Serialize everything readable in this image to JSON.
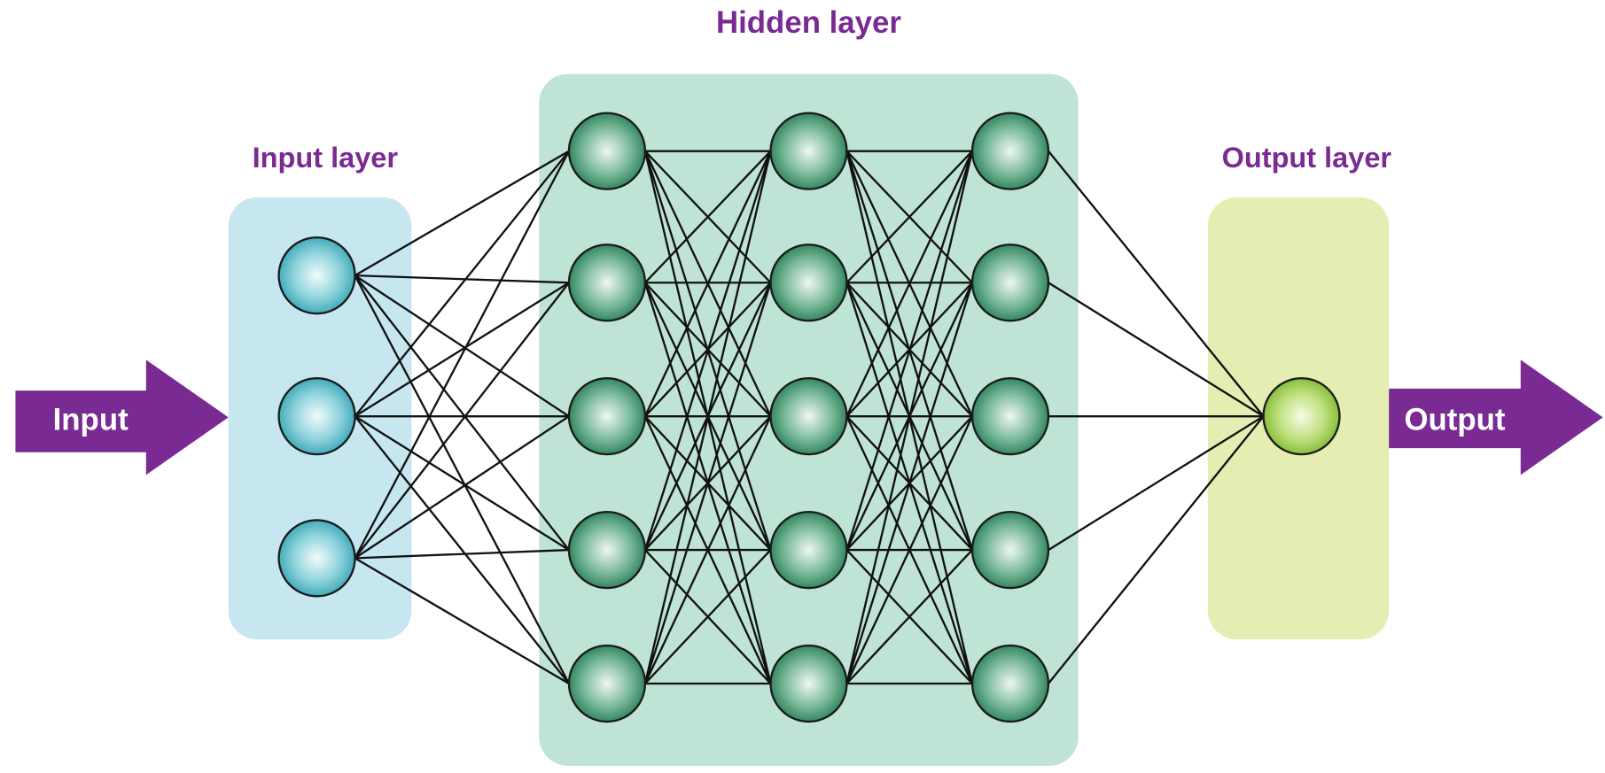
{
  "title": "Hidden layer",
  "labels": {
    "input_layer": "Input layer",
    "hidden_layer": "Hidden layer",
    "output_layer": "Output layer",
    "input_arrow": "Input",
    "output_arrow": "Output"
  },
  "layers": [
    {
      "name": "input",
      "nodes": 3
    },
    {
      "name": "hidden-1",
      "nodes": 5
    },
    {
      "name": "hidden-2",
      "nodes": 5
    },
    {
      "name": "hidden-3",
      "nodes": 5
    },
    {
      "name": "output",
      "nodes": 1
    }
  ],
  "colors": {
    "label": "#7a2a93",
    "arrow": "#7a2a93",
    "input_panel": "#c6e7f0",
    "hidden_panel": "#bfe3d4",
    "output_panel": "#e4edb2",
    "input_node": "#3fb3c2",
    "hidden_node": "#2e8a62",
    "output_node": "#8cc43c"
  }
}
